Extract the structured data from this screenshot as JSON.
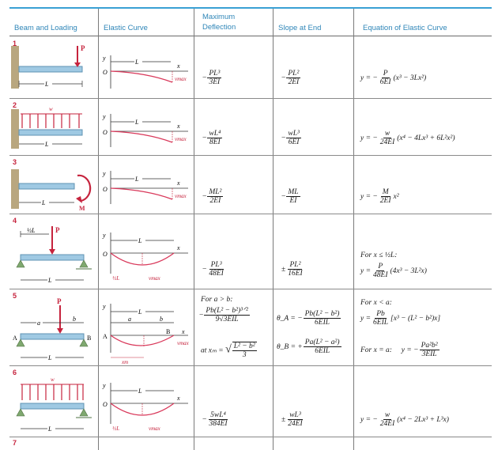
{
  "headers": {
    "beam": "Beam and Loading",
    "curve": "Elastic Curve",
    "deflection": "Maximum\nDeflection",
    "slope": "Slope at End",
    "equation": "Equation of Elastic Curve"
  },
  "rows": [
    {
      "num": "1",
      "load_label": "P",
      "defl_sign": "−",
      "defl_num": "PL³",
      "defl_den": "3EI",
      "slope_sign": "−",
      "slope_num": "PL²",
      "slope_den": "2EI",
      "eq_pre": "y = −",
      "eq_num": "P",
      "eq_den": "6EI",
      "eq_post": "(x³ − 3Lx²)"
    },
    {
      "num": "2",
      "load_label": "w",
      "defl_sign": "−",
      "defl_num": "wL⁴",
      "defl_den": "8EI",
      "slope_sign": "−",
      "slope_num": "wL³",
      "slope_den": "6EI",
      "eq_pre": "y = −",
      "eq_num": "w",
      "eq_den": "24EI",
      "eq_post": "(x⁴ − 4Lx³ + 6L²x²)"
    },
    {
      "num": "3",
      "load_label": "M",
      "defl_sign": "−",
      "defl_num": "ML²",
      "defl_den": "2EI",
      "slope_sign": "−",
      "slope_num": "ML",
      "slope_den": "EI",
      "eq_pre": "y = −",
      "eq_num": "M",
      "eq_den": "2EI",
      "eq_post": "x²"
    },
    {
      "num": "4",
      "load_label": "P",
      "defl_sign": "−",
      "defl_num": "PL³",
      "defl_den": "48EI",
      "slope_sign": "±",
      "slope_num": "PL²",
      "slope_den": "16EI",
      "eq_cond": "For x ≤ ½L:",
      "eq_pre": "y =",
      "eq_num": "P",
      "eq_den": "48EI",
      "eq_post": "(4x³ − 3L²x)"
    },
    {
      "num": "5",
      "load_label": "P",
      "defl_cond": "For a > b:",
      "defl_sign": "−",
      "defl_num": "Pb(L² − b²)³ᐟ²",
      "defl_den": "9√3EIL",
      "defl_at": "at xₘ =",
      "defl_root_num": "L² − b²",
      "defl_root_den": "3",
      "slope_a_pre": "θ_A = −",
      "slope_a_num": "Pb(L² − b²)",
      "slope_a_den": "6EIL",
      "slope_b_pre": "θ_B = +",
      "slope_b_num": "Pa(L² − a²)",
      "slope_b_den": "6EIL",
      "eq_cond": "For x < a:",
      "eq_pre": "y =",
      "eq_num": "Pb",
      "eq_den": "6EIL",
      "eq_post": "[x³ − (L² − b²)x]",
      "eq2_cond": "For x = a:",
      "eq2_pre": "y = −",
      "eq2_num": "Pa²b²",
      "eq2_den": "3EIL"
    },
    {
      "num": "6",
      "load_label": "w",
      "defl_sign": "−",
      "defl_num": "5wL⁴",
      "defl_den": "384EI",
      "slope_sign": "±",
      "slope_num": "wL³",
      "slope_den": "24EI",
      "eq_pre": "y = −",
      "eq_num": "w",
      "eq_den": "24EI",
      "eq_post": "(x⁴ − 2Lx³ + L³x)"
    },
    {
      "num": "7"
    }
  ],
  "diagram_labels": {
    "L": "L",
    "half_L": "½L",
    "x": "x",
    "y": "y",
    "O": "O",
    "vmax": "vmax",
    "a": "a",
    "b": "b",
    "A": "A",
    "B": "B",
    "xm": "xm"
  },
  "colors": {
    "accent": "#c6233d",
    "header": "#2f86b8",
    "beam": "#9fc9e3",
    "wall": "#b9a77f",
    "curve": "#d9395b"
  }
}
